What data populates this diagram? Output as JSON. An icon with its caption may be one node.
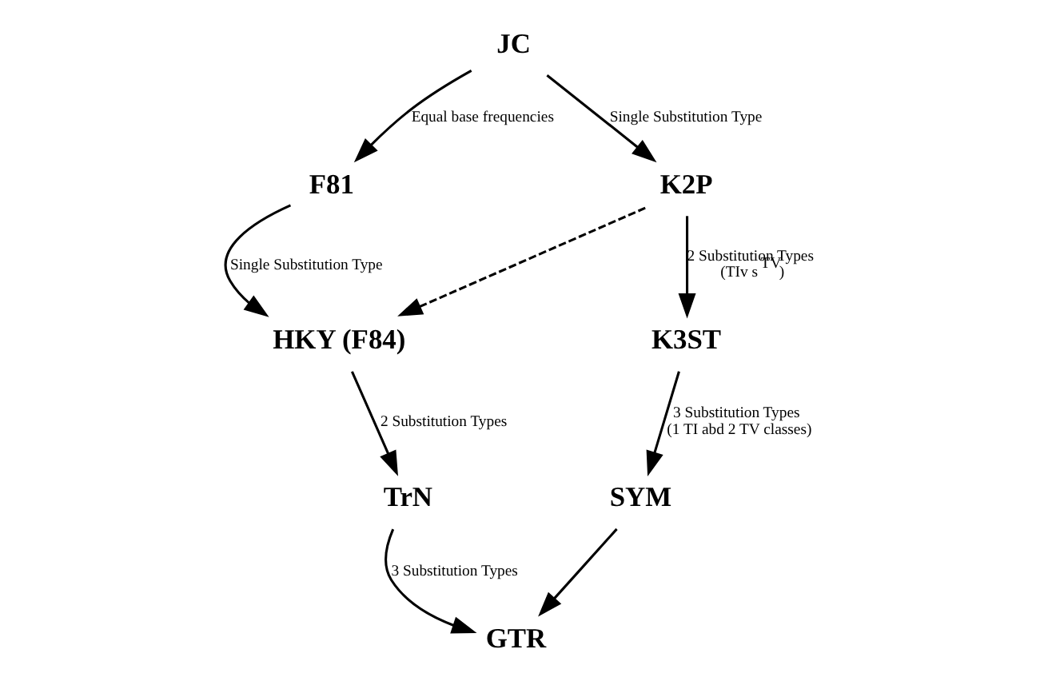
{
  "diagram": {
    "nodes": [
      {
        "text": [
          "JC"
        ]
      },
      {
        "text": [
          "F81"
        ]
      },
      {
        "text": [
          "K2P"
        ]
      },
      {
        "text": [
          "HKY (F84)"
        ]
      },
      {
        "text": [
          "K3ST"
        ]
      },
      {
        "text": [
          "TrN"
        ]
      },
      {
        "text": [
          "SYM"
        ]
      },
      {
        "text": [
          "GTR"
        ]
      }
    ],
    "edges": [
      {
        "from": 0,
        "to": 1,
        "arrow": "to",
        "label": "Equal base frequencies"
      },
      {
        "from": 0,
        "to": 2,
        "arrow": "to",
        "label": "Single Substitution Type"
      },
      {
        "from": 1,
        "to": 3,
        "arrow": "to",
        "label": "Single Substitution Type"
      },
      {
        "from": 2,
        "to": 3,
        "arrow": "to",
        "style": "dashed"
      },
      {
        "from": 2,
        "to": 4,
        "arrow": "to",
        "label": "2 Substitution Types (TIv s $^{TV}$)"
      },
      {
        "from": 3,
        "to": 5,
        "arrow": "to",
        "label": "2 Substitution Types"
      },
      {
        "from": 4,
        "to": 6,
        "arrow": "to",
        "label": "3 Substitution Types (1 TI abd 2 TV classes)"
      },
      {
        "from": 5,
        "to": 7,
        "arrow": "to",
        "label": "3 Substitution Types"
      },
      {
        "from": 6,
        "to": 7,
        "arrow": "to"
      }
    ]
  }
}
